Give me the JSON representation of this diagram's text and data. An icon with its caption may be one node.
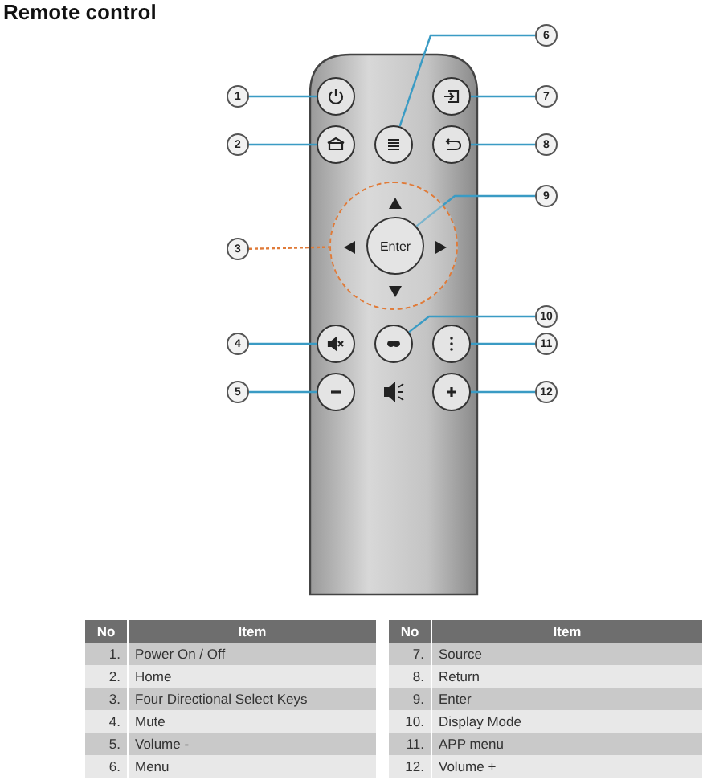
{
  "diagram": {
    "title": "Remote control",
    "nodes": [
      {
        "text": [
          "1"
        ]
      },
      {
        "text": [
          "2"
        ]
      },
      {
        "text": [
          "3"
        ]
      },
      {
        "text": [
          "4"
        ]
      },
      {
        "text": [
          "5"
        ]
      },
      {
        "text": [
          "6"
        ]
      },
      {
        "text": [
          "7"
        ]
      },
      {
        "text": [
          "8"
        ]
      },
      {
        "text": [
          "9"
        ]
      },
      {
        "text": [
          "10"
        ]
      },
      {
        "text": [
          "11"
        ]
      },
      {
        "text": [
          "12"
        ]
      },
      {
        "text": [],
        "shape": "circle"
      },
      {
        "text": [],
        "shape": "circle"
      },
      {
        "text": [],
        "shape": "circle"
      },
      {
        "text": [],
        "shape": "circle"
      },
      {
        "text": [],
        "shape": "circle"
      },
      {
        "text": [],
        "shape": "circle"
      },
      {
        "text": [],
        "shape": "circle"
      },
      {
        "text": [],
        "shape": "circle"
      },
      {
        "text": [
          "Enter"
        ],
        "in": 14
      },
      {
        "text": [],
        "shape": "circle"
      },
      {
        "text": [],
        "shape": "circle"
      },
      {
        "text": [],
        "shape": "circle"
      }
    ],
    "edges": [
      {
        "from": 0,
        "to": 12,
        "arrow": "none"
      },
      {
        "from": 1,
        "to": 13,
        "arrow": "none"
      },
      {
        "from": 2,
        "to": 14,
        "arrow": "none",
        "style": "dashed",
        "color": "#e07b39"
      },
      {
        "from": 3,
        "to": 15,
        "arrow": "none"
      },
      {
        "from": 4,
        "to": 16,
        "arrow": "none"
      },
      {
        "from": 5,
        "to": 17,
        "arrow": "none"
      },
      {
        "from": 6,
        "to": 18,
        "arrow": "none"
      },
      {
        "from": 7,
        "to": 19,
        "arrow": "none"
      },
      {
        "from": 8,
        "to": 20,
        "arrow": "none"
      },
      {
        "from": 9,
        "to": 21,
        "arrow": "none"
      },
      {
        "from": 10,
        "to": 22,
        "arrow": "none"
      },
      {
        "from": 11,
        "to": 23,
        "arrow": "none"
      }
    ],
    "labels": [
      "No",
      "Item",
      "No",
      "Item",
      "1.",
      "Power On / Off",
      "7.",
      "Source",
      "2.",
      "Home",
      "8.",
      "Return",
      "3.",
      "Four Directional Select Keys",
      "9.",
      "Enter",
      "4.",
      "Mute",
      "10.",
      "Display Mode",
      "5.",
      "Volume -",
      "11.",
      "APP menu",
      "6.",
      "Menu",
      "12.",
      "Volume +"
    ]
  }
}
